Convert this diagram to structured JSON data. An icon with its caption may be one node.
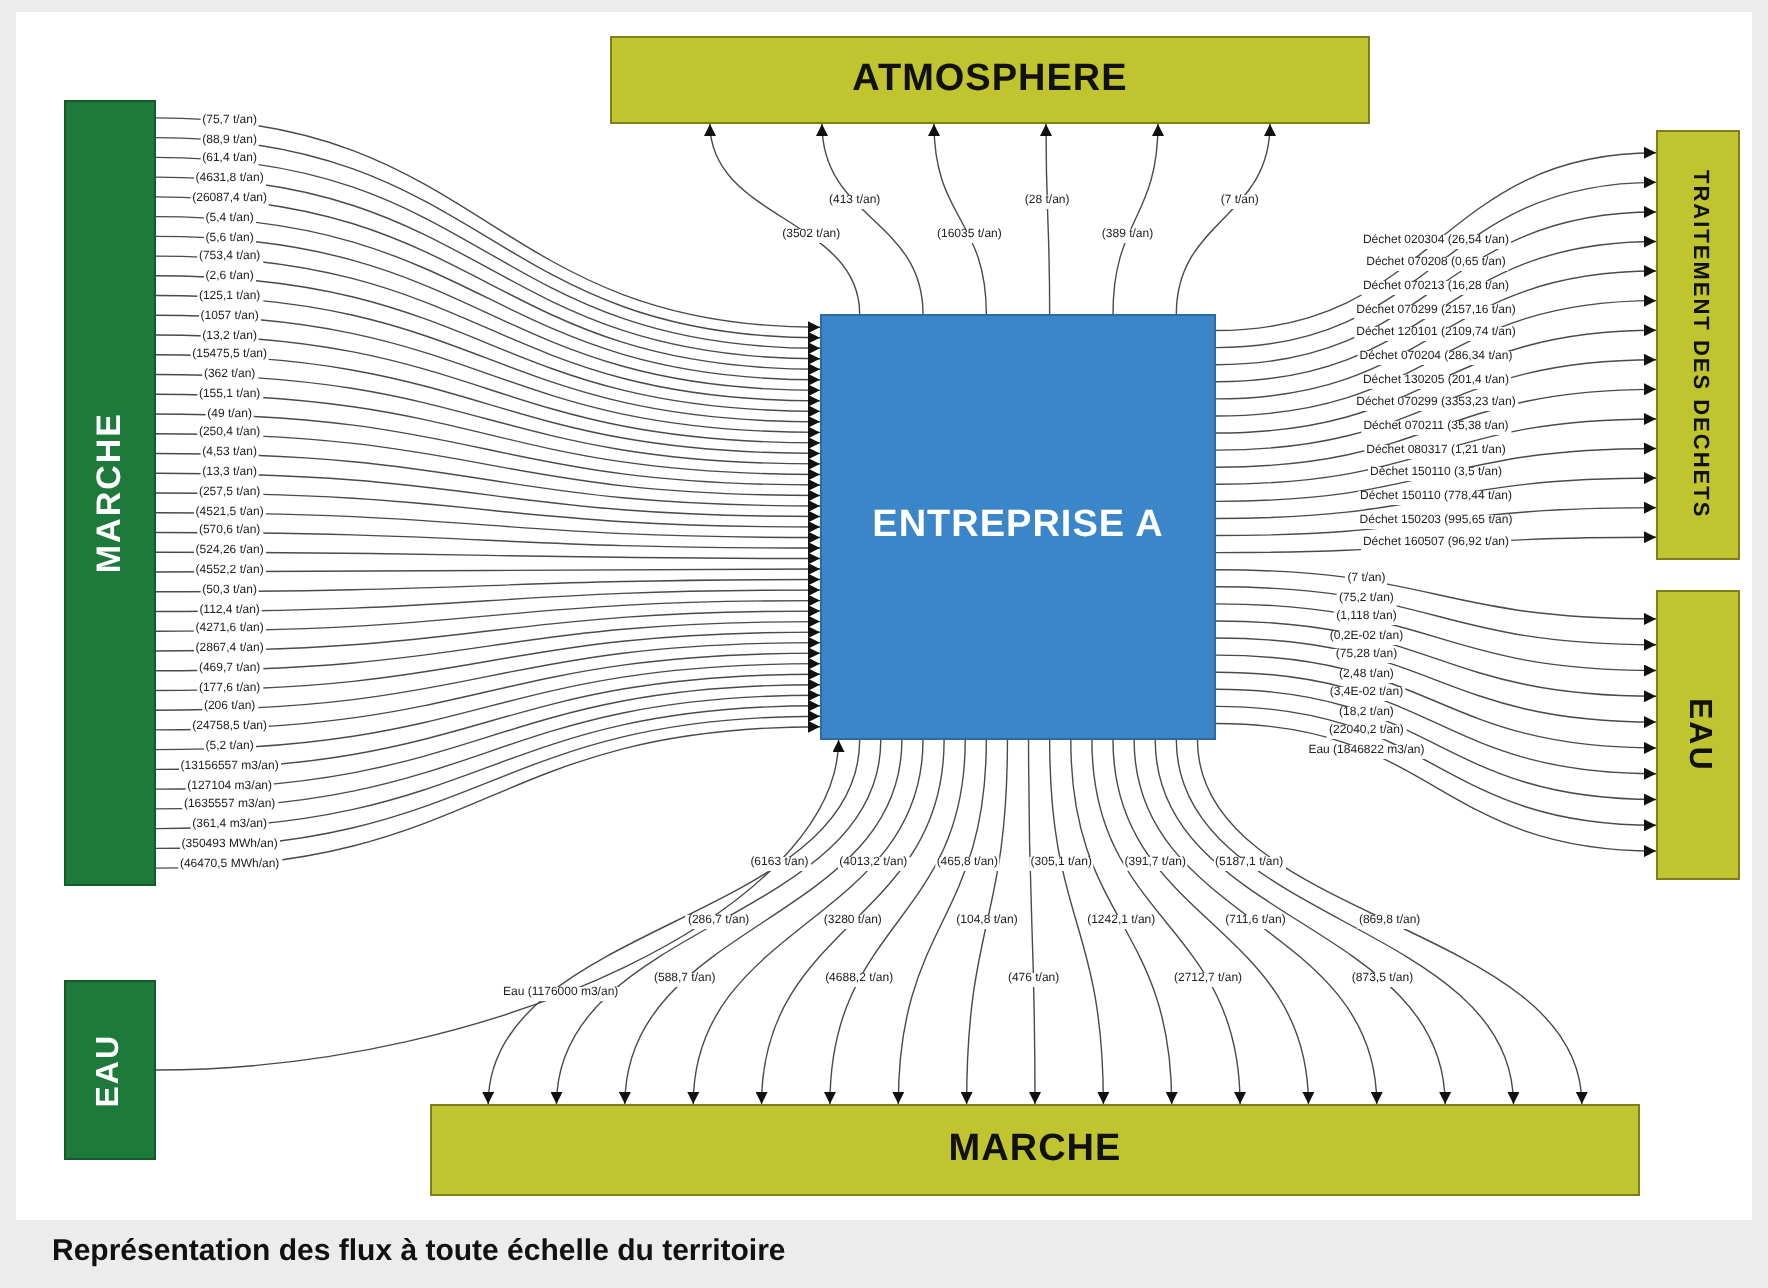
{
  "diagram": {
    "caption": "Représentation des flux à toute échelle du territoire",
    "nodes": [
      {
        "text": [
          "MARCHE"
        ]
      },
      {
        "text": [
          "ATMOSPHERE"
        ]
      },
      {
        "text": [
          "ENTREPRISE A"
        ]
      },
      {
        "text": [
          "TRAITEMENT DES DECHETS"
        ]
      },
      {
        "text": [
          "EAU"
        ]
      },
      {
        "text": [
          "EAU"
        ]
      },
      {
        "text": [
          "MARCHE"
        ]
      }
    ],
    "edges": [
      {
        "from": 0,
        "to": 2,
        "arrow": "to",
        "label": "(75,7 t/an)"
      },
      {
        "from": 0,
        "to": 2,
        "arrow": "to",
        "label": "(88,9 t/an)"
      },
      {
        "from": 0,
        "to": 2,
        "arrow": "to",
        "label": "(61,4 t/an)"
      },
      {
        "from": 0,
        "to": 2,
        "arrow": "to",
        "label": "(4631,8 t/an)"
      },
      {
        "from": 0,
        "to": 2,
        "arrow": "to",
        "label": "(26087,4 t/an)"
      },
      {
        "from": 0,
        "to": 2,
        "arrow": "to",
        "label": "(5,4 t/an)"
      },
      {
        "from": 0,
        "to": 2,
        "arrow": "to",
        "label": "(5,6 t/an)"
      },
      {
        "from": 0,
        "to": 2,
        "arrow": "to",
        "label": "(753,4 t/an)"
      },
      {
        "from": 0,
        "to": 2,
        "arrow": "to",
        "label": "(2,6 t/an)"
      },
      {
        "from": 0,
        "to": 2,
        "arrow": "to",
        "label": "(125,1 t/an)"
      },
      {
        "from": 0,
        "to": 2,
        "arrow": "to",
        "label": "(1057 t/an)"
      },
      {
        "from": 0,
        "to": 2,
        "arrow": "to",
        "label": "(13,2 t/an)"
      },
      {
        "from": 0,
        "to": 2,
        "arrow": "to",
        "label": "(15475,5 t/an)"
      },
      {
        "from": 0,
        "to": 2,
        "arrow": "to",
        "label": "(362 t/an)"
      },
      {
        "from": 0,
        "to": 2,
        "arrow": "to",
        "label": "(155,1 t/an)"
      },
      {
        "from": 0,
        "to": 2,
        "arrow": "to",
        "label": "(49 t/an)"
      },
      {
        "from": 0,
        "to": 2,
        "arrow": "to",
        "label": "(250,4 t/an)"
      },
      {
        "from": 0,
        "to": 2,
        "arrow": "to",
        "label": "(4,53 t/an)"
      },
      {
        "from": 0,
        "to": 2,
        "arrow": "to",
        "label": "(13,3 t/an)"
      },
      {
        "from": 0,
        "to": 2,
        "arrow": "to",
        "label": "(257,5 t/an)"
      },
      {
        "from": 0,
        "to": 2,
        "arrow": "to",
        "label": "(4521,5 t/an)"
      },
      {
        "from": 0,
        "to": 2,
        "arrow": "to",
        "label": "(570,6 t/an)"
      },
      {
        "from": 0,
        "to": 2,
        "arrow": "to",
        "label": "(524,26 t/an)"
      },
      {
        "from": 0,
        "to": 2,
        "arrow": "to",
        "label": "(4552,2 t/an)"
      },
      {
        "from": 0,
        "to": 2,
        "arrow": "to",
        "label": "(50,3 t/an)"
      },
      {
        "from": 0,
        "to": 2,
        "arrow": "to",
        "label": "(112,4 t/an)"
      },
      {
        "from": 0,
        "to": 2,
        "arrow": "to",
        "label": "(4271,6 t/an)"
      },
      {
        "from": 0,
        "to": 2,
        "arrow": "to",
        "label": "(2867,4 t/an)"
      },
      {
        "from": 0,
        "to": 2,
        "arrow": "to",
        "label": "(469,7 t/an)"
      },
      {
        "from": 0,
        "to": 2,
        "arrow": "to",
        "label": "(177,6 t/an)"
      },
      {
        "from": 0,
        "to": 2,
        "arrow": "to",
        "label": "(206 t/an)"
      },
      {
        "from": 0,
        "to": 2,
        "arrow": "to",
        "label": "(24758,5 t/an)"
      },
      {
        "from": 0,
        "to": 2,
        "arrow": "to",
        "label": "(5,2 t/an)"
      },
      {
        "from": 0,
        "to": 2,
        "arrow": "to",
        "label": "(13156557 m3/an)"
      },
      {
        "from": 0,
        "to": 2,
        "arrow": "to",
        "label": "(127104 m3/an)"
      },
      {
        "from": 0,
        "to": 2,
        "arrow": "to",
        "label": "(1635557 m3/an)"
      },
      {
        "from": 0,
        "to": 2,
        "arrow": "to",
        "label": "(361,4 m3/an)"
      },
      {
        "from": 0,
        "to": 2,
        "arrow": "to",
        "label": "(350493 MWh/an)"
      },
      {
        "from": 0,
        "to": 2,
        "arrow": "to",
        "label": "(46470,5 MWh/an)"
      },
      {
        "from": 2,
        "to": 1,
        "arrow": "to",
        "label": "(3502 t/an)"
      },
      {
        "from": 2,
        "to": 1,
        "arrow": "to",
        "label": "(413 t/an)"
      },
      {
        "from": 2,
        "to": 1,
        "arrow": "to",
        "label": "(16035 t/an)"
      },
      {
        "from": 2,
        "to": 1,
        "arrow": "to",
        "label": "(28 t/an)"
      },
      {
        "from": 2,
        "to": 1,
        "arrow": "to",
        "label": "(389 t/an)"
      },
      {
        "from": 2,
        "to": 1,
        "arrow": "to",
        "label": "(7 t/an)"
      },
      {
        "from": 2,
        "to": 3,
        "arrow": "to",
        "label": "Déchet 020304 (26,54 t/an)"
      },
      {
        "from": 2,
        "to": 3,
        "arrow": "to",
        "label": "Déchet 070208 (0,65 t/an)"
      },
      {
        "from": 2,
        "to": 3,
        "arrow": "to",
        "label": "Déchet 070213 (16,28 t/an)"
      },
      {
        "from": 2,
        "to": 3,
        "arrow": "to",
        "label": "Déchet 070299 (2157,16 t/an)"
      },
      {
        "from": 2,
        "to": 3,
        "arrow": "to",
        "label": "Déchet 120101 (2109,74 t/an)"
      },
      {
        "from": 2,
        "to": 3,
        "arrow": "to",
        "label": "Déchet 070204 (286,34 t/an)"
      },
      {
        "from": 2,
        "to": 3,
        "arrow": "to",
        "label": "Déchet 130205 (201,4 t/an)"
      },
      {
        "from": 2,
        "to": 3,
        "arrow": "to",
        "label": "Déchet 070299 (3353,23 t/an)"
      },
      {
        "from": 2,
        "to": 3,
        "arrow": "to",
        "label": "Déchet 070211 (35,38 t/an)"
      },
      {
        "from": 2,
        "to": 3,
        "arrow": "to",
        "label": "Déchet 080317 (1,21 t/an)"
      },
      {
        "from": 2,
        "to": 3,
        "arrow": "to",
        "label": "Déchet 150110 (3,5 t/an)"
      },
      {
        "from": 2,
        "to": 3,
        "arrow": "to",
        "label": "Déchet 150110 (778,44 t/an)"
      },
      {
        "from": 2,
        "to": 3,
        "arrow": "to",
        "label": "Déchet 150203 (995,65 t/an)"
      },
      {
        "from": 2,
        "to": 3,
        "arrow": "to",
        "label": "Déchet 160507 (96,92 t/an)"
      },
      {
        "from": 2,
        "to": 4,
        "arrow": "to",
        "label": "(7 t/an)"
      },
      {
        "from": 2,
        "to": 4,
        "arrow": "to",
        "label": "(75,2 t/an)"
      },
      {
        "from": 2,
        "to": 4,
        "arrow": "to",
        "label": "(1,118 t/an)"
      },
      {
        "from": 2,
        "to": 4,
        "arrow": "to",
        "label": "(0,2E-02 t/an)"
      },
      {
        "from": 2,
        "to": 4,
        "arrow": "to",
        "label": "(75,28 t/an)"
      },
      {
        "from": 2,
        "to": 4,
        "arrow": "to",
        "label": "(2,48 t/an)"
      },
      {
        "from": 2,
        "to": 4,
        "arrow": "to",
        "label": "(3,4E-02 t/an)"
      },
      {
        "from": 2,
        "to": 4,
        "arrow": "to",
        "label": "(18,2 t/an)"
      },
      {
        "from": 2,
        "to": 4,
        "arrow": "to",
        "label": "(22040,2 t/an)"
      },
      {
        "from": 2,
        "to": 4,
        "arrow": "to",
        "label": "Eau (1846822 m3/an)"
      },
      {
        "from": 5,
        "to": 2,
        "arrow": "to",
        "label": "Eau (1176000 m3/an)"
      },
      {
        "from": 2,
        "to": 6,
        "arrow": "to",
        "label": "(6163 t/an)"
      },
      {
        "from": 2,
        "to": 6,
        "arrow": "to",
        "label": "(286,7 t/an)"
      },
      {
        "from": 2,
        "to": 6,
        "arrow": "to",
        "label": "(588,7 t/an)"
      },
      {
        "from": 2,
        "to": 6,
        "arrow": "to",
        "label": "(4013,2 t/an)"
      },
      {
        "from": 2,
        "to": 6,
        "arrow": "to",
        "label": "(3280 t/an)"
      },
      {
        "from": 2,
        "to": 6,
        "arrow": "to",
        "label": "(4688,2 t/an)"
      },
      {
        "from": 2,
        "to": 6,
        "arrow": "to",
        "label": "(465,8 t/an)"
      },
      {
        "from": 2,
        "to": 6,
        "arrow": "to",
        "label": "(104,8 t/an)"
      },
      {
        "from": 2,
        "to": 6,
        "arrow": "to",
        "label": "(476 t/an)"
      },
      {
        "from": 2,
        "to": 6,
        "arrow": "to",
        "label": "(305,1 t/an)"
      },
      {
        "from": 2,
        "to": 6,
        "arrow": "to",
        "label": "(1242,1 t/an)"
      },
      {
        "from": 2,
        "to": 6,
        "arrow": "to",
        "label": "(2712,7 t/an)"
      },
      {
        "from": 2,
        "to": 6,
        "arrow": "to",
        "label": "(391,7 t/an)"
      },
      {
        "from": 2,
        "to": 6,
        "arrow": "to",
        "label": "(711,6 t/an)"
      },
      {
        "from": 2,
        "to": 6,
        "arrow": "to",
        "label": "(873,5 t/an)"
      },
      {
        "from": 2,
        "to": 6,
        "arrow": "to",
        "label": "(5187,1 t/an)"
      },
      {
        "from": 2,
        "to": 6,
        "arrow": "to",
        "label": "(869,8 t/an)"
      }
    ]
  }
}
